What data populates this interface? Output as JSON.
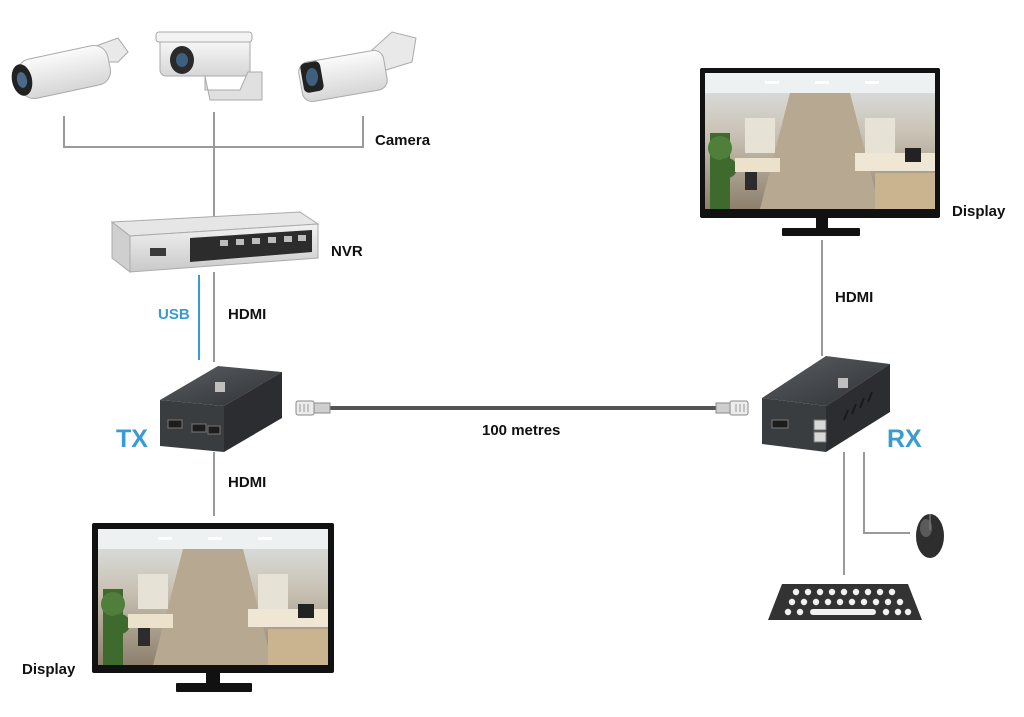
{
  "labels": {
    "camera": "Camera",
    "nvr": "NVR",
    "usb": "USB",
    "hdmi_nvr_tx": "HDMI",
    "hdmi_tx_display": "HDMI",
    "hdmi_rx_display": "HDMI",
    "tx": "TX",
    "rx": "RX",
    "cable": "100 metres",
    "display_left": "Display",
    "display_right": "Display"
  },
  "colors": {
    "accent": "#3a9bd0",
    "line": "#9a9a9a",
    "device": "#3c3f42",
    "text": "#111111"
  }
}
